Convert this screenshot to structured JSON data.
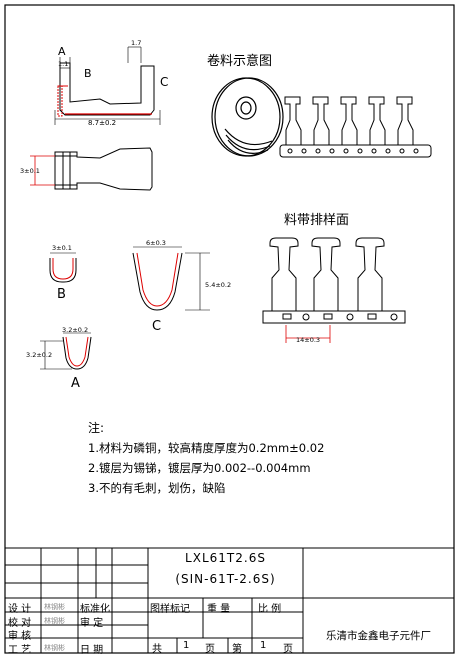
{
  "drawing": {
    "titles": {
      "reel_view": "卷料示意图",
      "strip_view": "料带排样面"
    },
    "dimensions": {
      "a_width_top": "1.1",
      "c_width_top": "1.7",
      "overall_length": "8.7±0.2",
      "side_height": "3±0.1",
      "b_width": "3±0.1",
      "c_width": "6±0.3",
      "c_height": "5.4±0.2",
      "a_width": "3.2±0.2",
      "a_height": "3.2±0.2",
      "pitch": "14±0.3"
    },
    "section_labels": {
      "a": "A",
      "b": "B",
      "c": "C"
    },
    "notes": {
      "heading": "注:",
      "items": [
        "1.材料为磷铜，较高精度厚度为0.2mm±0.02",
        "2.镀层为锡锑，镀层厚为0.002--0.004mm",
        "3.不的有毛刺，划伤，缺陷"
      ]
    }
  },
  "title_block": {
    "part_number": "LXL61T2.6S",
    "model": "(SIN-61T-2.6S)",
    "company": "乐清市金鑫电子元件厂",
    "headers": {
      "mark": "图样标记",
      "weight": "重 量",
      "scale": "比 例"
    },
    "sheets": {
      "total_prefix": "共",
      "total": "1",
      "unit1": "页",
      "current_prefix": "第",
      "current": "1",
      "unit2": "页"
    },
    "signoff": [
      {
        "role": "设 计",
        "name": "林钢彬",
        "role2": "标准化"
      },
      {
        "role": "校 对",
        "name": "林钢彬",
        "role2": "审 定"
      },
      {
        "role": "审 核",
        "name": "",
        "role2": ""
      },
      {
        "role": "工 艺",
        "name": "林钢彬",
        "role2": "日 期"
      }
    ]
  }
}
